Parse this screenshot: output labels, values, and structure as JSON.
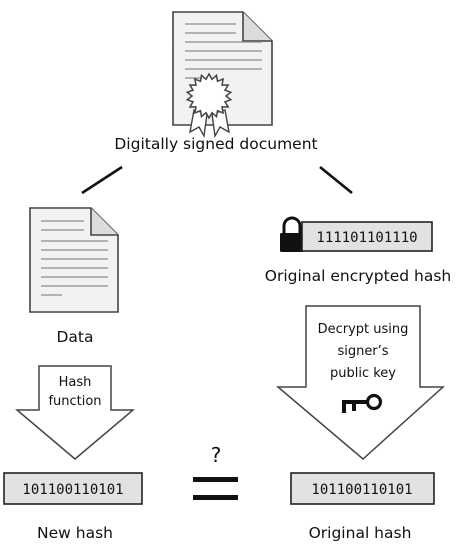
{
  "signed_document": {
    "label": "Digitally signed document"
  },
  "data": {
    "label": "Data"
  },
  "encrypted_hash": {
    "value": "111101101110",
    "label": "Original encrypted hash"
  },
  "hash_function": {
    "line1": "Hash",
    "line2": "function"
  },
  "decrypt": {
    "line1": "Decrypt using",
    "line2": "signer’s",
    "line3": "public key"
  },
  "new_hash": {
    "value": "101100110101",
    "label": "New hash"
  },
  "original_hash": {
    "value": "101100110101",
    "label": "Original hash"
  },
  "comparison": {
    "symbol": "?"
  },
  "icons": {
    "document": "document-icon",
    "certificate_seal": "certificate-seal-icon",
    "lock": "lock-icon",
    "key": "key-icon",
    "equals": "equals-icon"
  },
  "colors": {
    "paper": "#f2f2f2",
    "ink": "#111111",
    "hash_box": "#e2e2e2",
    "page_lines": "#8c8c8c"
  }
}
